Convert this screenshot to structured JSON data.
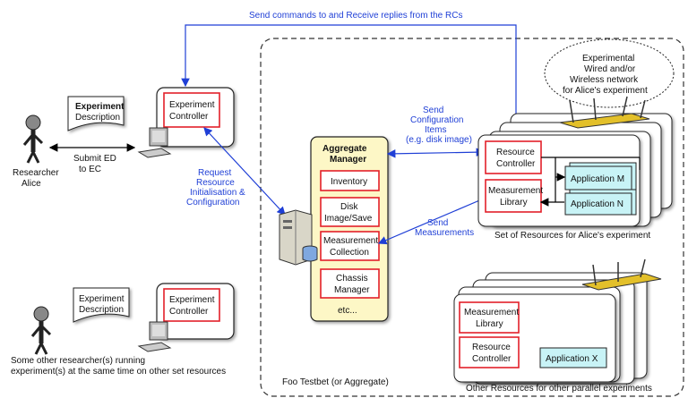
{
  "top_label": "Send commands to and Receive replies from the RCs",
  "researcher": {
    "label_line1": "Researcher",
    "label_line2": "Alice"
  },
  "experiment_description_1": {
    "line1": "Experiment",
    "line2": "Description"
  },
  "submit_label": {
    "line1": "Submit ED",
    "line2": "to EC"
  },
  "experiment_controller_1": {
    "line1": "Experiment",
    "line2": "Controller"
  },
  "request_label": [
    "Request",
    "Resource",
    "Initialisation &",
    "Configuration"
  ],
  "aggregate_manager": {
    "title_line1": "Aggregate",
    "title_line2": "Manager",
    "items": [
      "Inventory",
      "Disk Image/Save",
      "Measurement Collection",
      "Chassis Manager"
    ],
    "etc": "etc..."
  },
  "send_config_label": [
    "Send",
    "Configuration",
    "Items",
    "(e.g. disk image)"
  ],
  "send_measurements_label": [
    "Send",
    "Measurements"
  ],
  "network_cloud": [
    "Experimental",
    "Wired and/or",
    "Wireless network",
    "for Alice's experiment"
  ],
  "resource_set_alice": {
    "resource_controller": {
      "line1": "Resource",
      "line2": "Controller"
    },
    "measurement_library": {
      "line1": "Measurement",
      "line2": "Library"
    },
    "application_m": "Application M",
    "application_n": "Application N",
    "caption": "Set of Resources for Alice's experiment"
  },
  "resource_set_other": {
    "measurement_library": {
      "line1": "Measurement",
      "line2": "Library"
    },
    "resource_controller": {
      "line1": "Resource",
      "line2": "Controller"
    },
    "application_x": "Application X",
    "caption": "Other Resources for other parallel experiments"
  },
  "experiment_description_2": {
    "line1": "Experiment",
    "line2": "Description"
  },
  "experiment_controller_2": {
    "line1": "Experiment",
    "line2": "Controller"
  },
  "other_researchers": {
    "line1": "Some other researcher(s) running",
    "line2": "experiment(s) at the same time on other set resources"
  },
  "testbed_label": "Foo Testbet (or Aggregate)",
  "colors": {
    "blue_arrow": "#1f3fd6",
    "red_border": "#e3202a",
    "cyan_fill": "#c8f3f6",
    "yellow_fill": "#fdf7c6"
  }
}
